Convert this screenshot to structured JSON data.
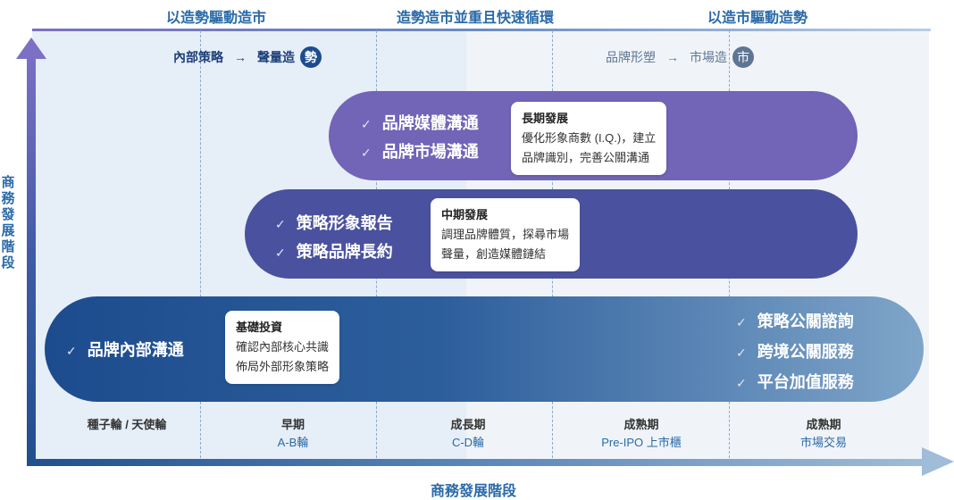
{
  "top_labels": {
    "left": "以造勢驅動造市",
    "middle": "造勢造市並重且快速循環",
    "right": "以造市驅動造勢"
  },
  "flow_left": {
    "step1": "內部策略",
    "arrow": "→",
    "step2": "聲量造",
    "badge": "勢"
  },
  "flow_right": {
    "step1": "品牌形塑",
    "arrow": "→",
    "step2": "市場造",
    "badge": "市"
  },
  "axes": {
    "vertical_title": "商務發展階段",
    "horizontal_title": "商務發展階段"
  },
  "check_mark": "✓",
  "pills": {
    "top": {
      "items": [
        "品牌媒體溝通",
        "品牌市場溝通"
      ],
      "note_title": "長期發展",
      "note_lines": [
        "優化形象商數 (I.Q.)，建立",
        "品牌識別，完善公關溝通"
      ],
      "color": "#7264b7"
    },
    "middle": {
      "items": [
        "策略形象報告",
        "策略品牌長約"
      ],
      "note_title": "中期發展",
      "note_lines": [
        "調理品牌體質，探尋市場",
        "聲量，創造媒體鏈結"
      ],
      "color": "#4a529f"
    },
    "bottom": {
      "items_left": [
        "品牌內部溝通"
      ],
      "note_title": "基礎投資",
      "note_lines": [
        "確認內部核心共識",
        "佈局外部形象策略"
      ],
      "items_right": [
        "策略公關諮詢",
        "跨境公關服務",
        "平台加值服務"
      ],
      "color_start": "#1d4c8e",
      "color_end": "#7fa5c9"
    }
  },
  "stages": [
    {
      "line1": "種子輪 / 天使輪",
      "line2": ""
    },
    {
      "line1": "早期",
      "line2": "A-B輪"
    },
    {
      "line1": "成長期",
      "line2": "C-D輪"
    },
    {
      "line1": "成熟期",
      "line2": "Pre-IPO 上市櫃"
    },
    {
      "line1": "成熟期",
      "line2": "市場交易"
    }
  ]
}
